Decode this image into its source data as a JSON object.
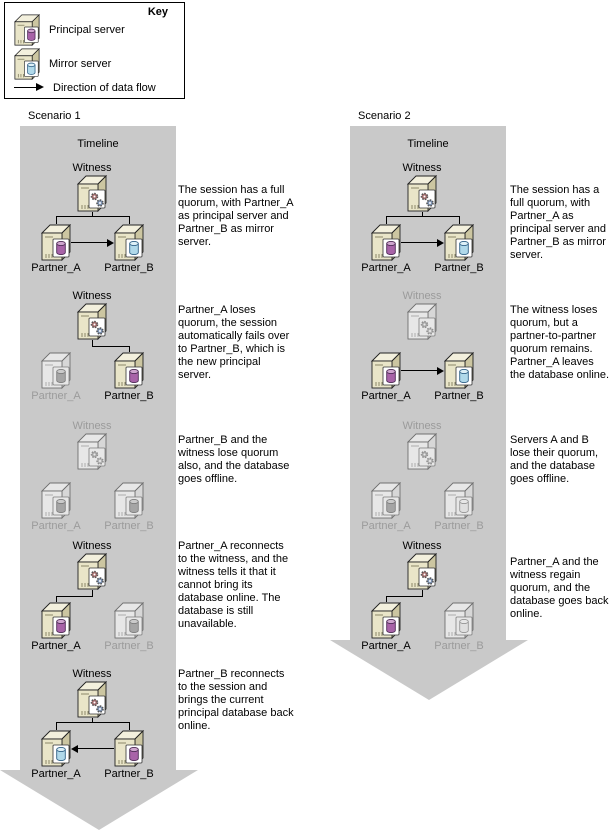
{
  "key": {
    "title": "Key",
    "items": [
      {
        "icon": "principal-server-icon",
        "label": "Principal server"
      },
      {
        "icon": "mirror-server-icon",
        "label": "Mirror server"
      },
      {
        "icon": "data-flow-arrow-icon",
        "label": "Direction of data flow"
      }
    ]
  },
  "colors": {
    "timeline_arrow": "#c9c9c9",
    "principal_badge": "#a863a8",
    "mirror_badge": "#b0d9ea",
    "server_front": "#e9e5c8"
  },
  "scenarios": [
    {
      "label": "Scenario 1",
      "timeline_label": "Timeline",
      "stages": [
        {
          "servers": {
            "witness": {
              "label": "Witness",
              "state": "active"
            },
            "partner_a": {
              "label": "Partner_A",
              "state": "active",
              "badge": "principal"
            },
            "partner_b": {
              "label": "Partner_B",
              "state": "active",
              "badge": "mirror"
            }
          },
          "links": {
            "witness_to_a": true,
            "witness_to_b": true,
            "flow": "a_to_b"
          },
          "description": "The session has a full quorum, with Partner_A as principal server and Partner_B as mirror server."
        },
        {
          "servers": {
            "witness": {
              "label": "Witness",
              "state": "active"
            },
            "partner_a": {
              "label": "Partner_A",
              "state": "gray",
              "badge": "principal"
            },
            "partner_b": {
              "label": "Partner_B",
              "state": "active",
              "badge": "principal"
            }
          },
          "links": {
            "witness_to_b": true
          },
          "description": "Partner_A loses quorum, the session automatically fails over to Partner_B, which is the new principal server."
        },
        {
          "servers": {
            "witness": {
              "label": "Witness",
              "state": "gray"
            },
            "partner_a": {
              "label": "Partner_A",
              "state": "gray",
              "badge": "principal"
            },
            "partner_b": {
              "label": "Partner_B",
              "state": "gray",
              "badge": "principal"
            }
          },
          "links": {},
          "description": "Partner_B and the witness lose quorum also, and the database goes offline."
        },
        {
          "servers": {
            "witness": {
              "label": "Witness",
              "state": "active"
            },
            "partner_a": {
              "label": "Partner_A",
              "state": "active",
              "badge": "principal"
            },
            "partner_b": {
              "label": "Partner_B",
              "state": "gray",
              "badge": "principal"
            }
          },
          "links": {
            "witness_to_a": true
          },
          "description": "Partner_A reconnects to the witness, and the witness tells it that it cannot bring its database online. The database is still unavailable."
        },
        {
          "servers": {
            "witness": {
              "label": "Witness",
              "state": "active"
            },
            "partner_a": {
              "label": "Partner_A",
              "state": "active",
              "badge": "mirror"
            },
            "partner_b": {
              "label": "Partner_B",
              "state": "active",
              "badge": "principal"
            }
          },
          "links": {
            "witness_to_a": true,
            "witness_to_b": true,
            "flow": "b_to_a"
          },
          "description": "Partner_B reconnects to the session and brings the current principal database back online."
        }
      ]
    },
    {
      "label": "Scenario 2",
      "timeline_label": "Timeline",
      "stages": [
        {
          "servers": {
            "witness": {
              "label": "Witness",
              "state": "active"
            },
            "partner_a": {
              "label": "Partner_A",
              "state": "active",
              "badge": "principal"
            },
            "partner_b": {
              "label": "Partner_B",
              "state": "active",
              "badge": "mirror"
            }
          },
          "links": {
            "witness_to_a": true,
            "witness_to_b": true,
            "flow": "a_to_b"
          },
          "description": "The session has a full quorum, with Partner_A as principal server and Partner_B as mirror server."
        },
        {
          "servers": {
            "witness": {
              "label": "Witness",
              "state": "gray"
            },
            "partner_a": {
              "label": "Partner_A",
              "state": "active",
              "badge": "principal"
            },
            "partner_b": {
              "label": "Partner_B",
              "state": "active",
              "badge": "mirror"
            }
          },
          "links": {
            "flow": "a_to_b"
          },
          "description": "The witness loses quorum, but a partner-to-partner quorum remains. Partner_A leaves the database online."
        },
        {
          "servers": {
            "witness": {
              "label": "Witness",
              "state": "gray"
            },
            "partner_a": {
              "label": "Partner_A",
              "state": "gray",
              "badge": "principal"
            },
            "partner_b": {
              "label": "Partner_B",
              "state": "gray",
              "badge": "mirror"
            }
          },
          "links": {},
          "description": "Servers A and B lose their quorum, and the database goes offline."
        },
        {
          "servers": {
            "witness": {
              "label": "Witness",
              "state": "active"
            },
            "partner_a": {
              "label": "Partner_A",
              "state": "active",
              "badge": "principal"
            },
            "partner_b": {
              "label": "Partner_B",
              "state": "gray",
              "badge": "mirror"
            }
          },
          "links": {
            "witness_to_a": true
          },
          "description": "Partner_A and the witness regain quorum, and the database goes back online."
        }
      ]
    }
  ]
}
